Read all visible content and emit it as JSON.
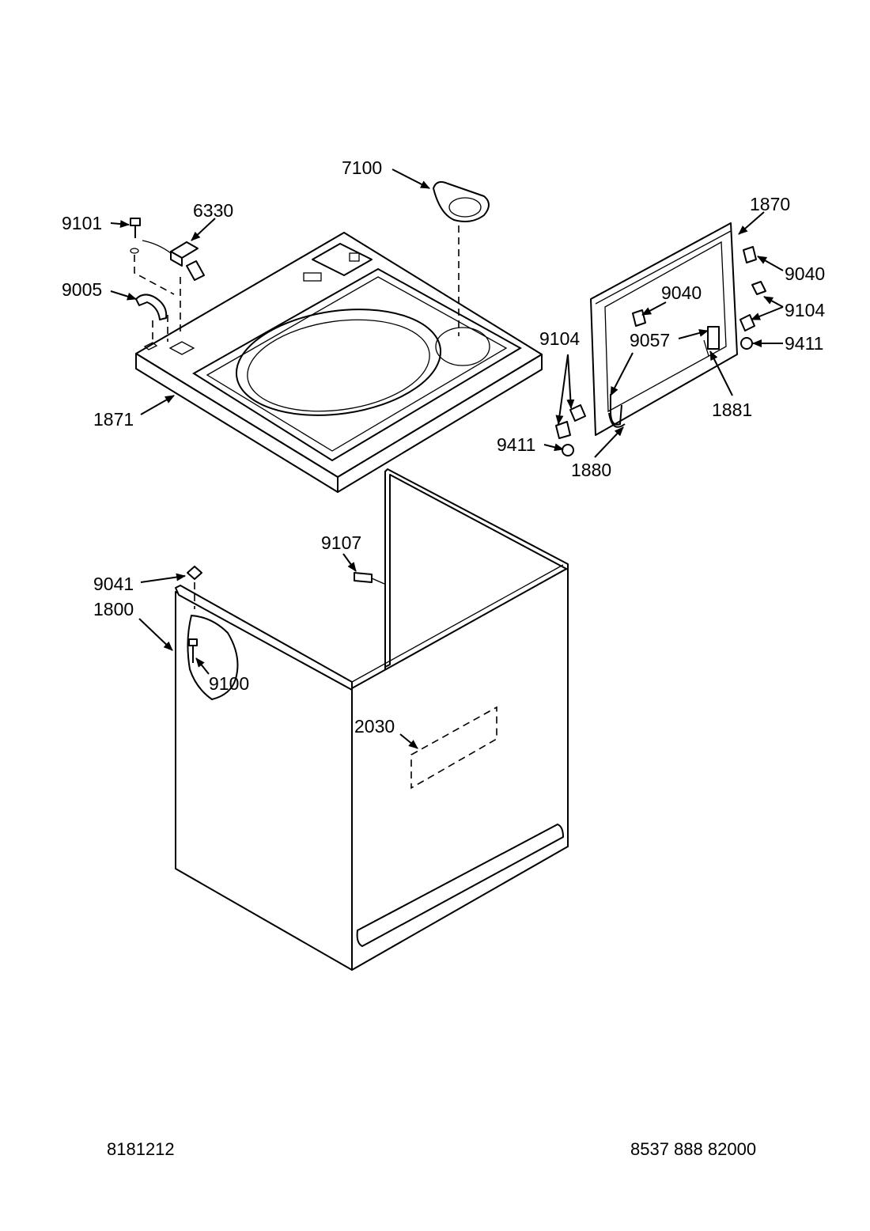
{
  "callouts": {
    "c7100": "7100",
    "c1870": "1870",
    "c9101": "9101",
    "c6330": "6330",
    "c9040_a": "9040",
    "c9005": "9005",
    "c9040_b": "9040",
    "c9104_a": "9104",
    "c9104_b": "9104",
    "c9057": "9057",
    "c9411_a": "9411",
    "c1871": "1871",
    "c1881": "1881",
    "c9411_b": "9411",
    "c1880": "1880",
    "c9107": "9107",
    "c9041": "9041",
    "c1800": "1800",
    "c9100": "9100",
    "c2030": "2030"
  },
  "footer": {
    "left_code": "8181212",
    "right_code": "8537 888 82000"
  },
  "colors": {
    "line": "#000000",
    "background": "#ffffff"
  }
}
